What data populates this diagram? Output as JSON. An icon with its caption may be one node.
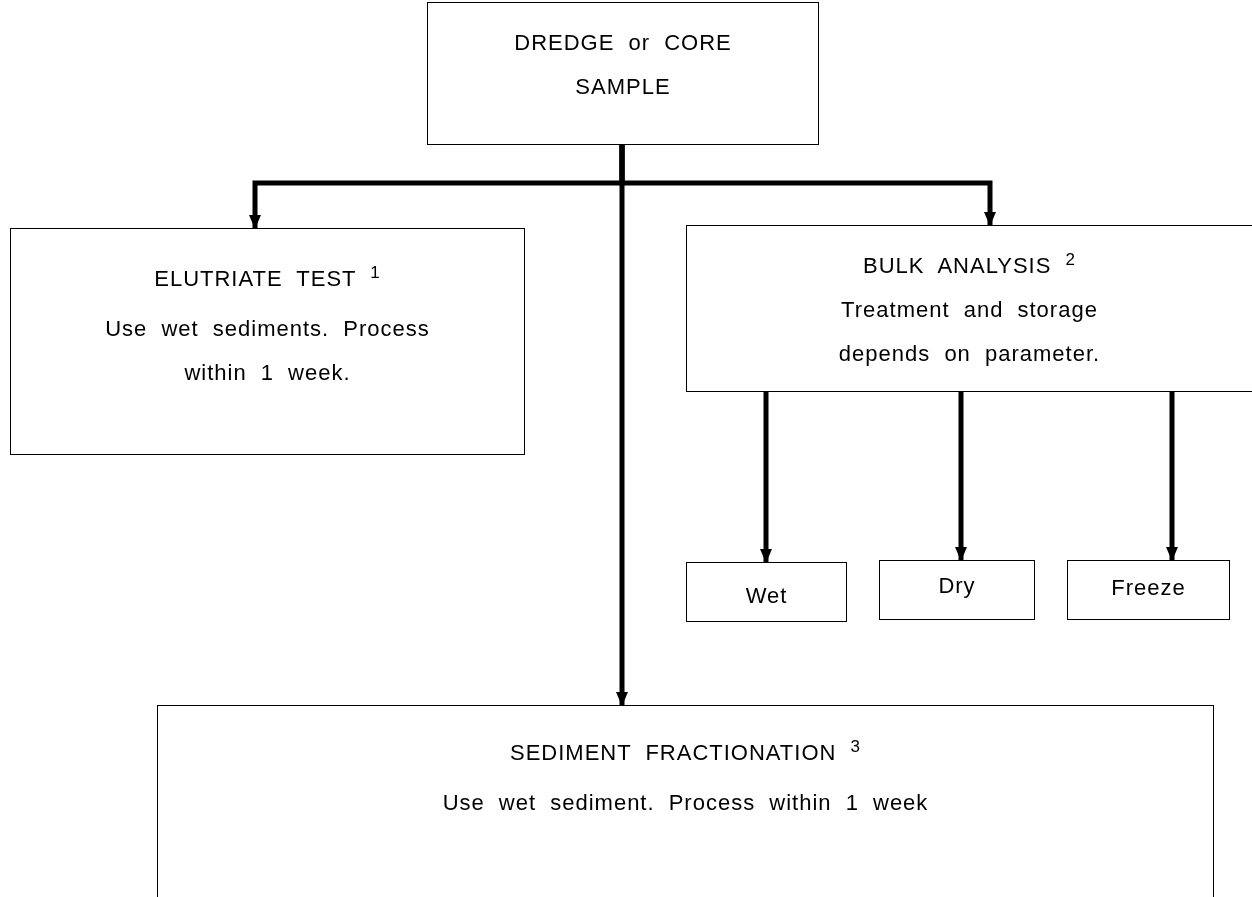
{
  "diagram": {
    "nodes": [
      {
        "text": [
          "DREDGE or CORE SAMPLE"
        ]
      },
      {
        "text": [
          "ELUTRIATE TEST $^{1}$",
          "Use wet sediments. Process within 1 week."
        ]
      },
      {
        "text": [
          "BULK ANALYSIS $^{2}$",
          "Treatment and storage depends on parameter."
        ]
      },
      {
        "text": [
          "Wet"
        ]
      },
      {
        "text": [
          "Dry"
        ]
      },
      {
        "text": [
          "Freeze"
        ]
      },
      {
        "text": [
          "SEDIMENT FRACTIONATION $^{3}$",
          "Use wet sediment. Process within 1 week"
        ]
      }
    ],
    "edges": [
      {
        "from": 0,
        "to": 1,
        "arrow": "to"
      },
      {
        "from": 0,
        "to": 2,
        "arrow": "to"
      },
      {
        "from": 0,
        "to": 6,
        "arrow": "to"
      },
      {
        "from": 2,
        "to": 3,
        "arrow": "to"
      },
      {
        "from": 2,
        "to": 4,
        "arrow": "to"
      },
      {
        "from": 2,
        "to": 5,
        "arrow": "to"
      }
    ]
  }
}
